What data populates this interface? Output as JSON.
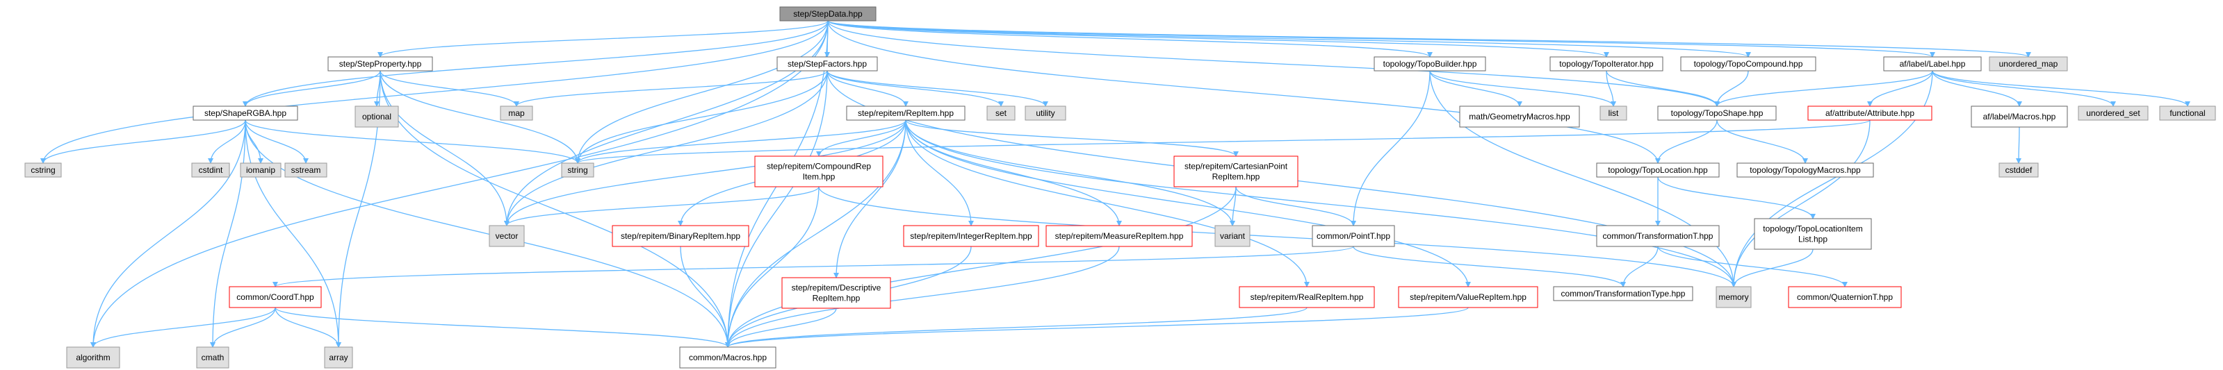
{
  "colors": {
    "edge": "#63b8ff",
    "current_fill": "#999999",
    "current_border": "#666666",
    "file_fill": "#ffffff",
    "file_border": "#666666",
    "missing_border": "#ff0000",
    "system_fill": "#e0e0e0",
    "system_border": "#999999"
  },
  "nodes": [
    {
      "id": "stepdata",
      "lines": [
        "step/StepData.hpp"
      ],
      "kind": "current"
    },
    {
      "id": "stepproperty",
      "lines": [
        "step/StepProperty.hpp"
      ],
      "kind": "file"
    },
    {
      "id": "stepfactors",
      "lines": [
        "step/StepFactors.hpp"
      ],
      "kind": "file"
    },
    {
      "id": "topobuilder",
      "lines": [
        "topology/TopoBuilder.hpp"
      ],
      "kind": "file"
    },
    {
      "id": "topoiterator",
      "lines": [
        "topology/TopoIterator.hpp"
      ],
      "kind": "file"
    },
    {
      "id": "topocompound",
      "lines": [
        "topology/TopoCompound.hpp"
      ],
      "kind": "file"
    },
    {
      "id": "aflabel",
      "lines": [
        "af/label/Label.hpp"
      ],
      "kind": "file"
    },
    {
      "id": "unordered_map",
      "lines": [
        "unordered_map"
      ],
      "kind": "system"
    },
    {
      "id": "shapergba",
      "lines": [
        "step/ShapeRGBA.hpp"
      ],
      "kind": "file"
    },
    {
      "id": "optional",
      "lines": [
        "optional"
      ],
      "kind": "system"
    },
    {
      "id": "map",
      "lines": [
        "map"
      ],
      "kind": "system"
    },
    {
      "id": "repitem",
      "lines": [
        "step/repitem/RepItem.hpp"
      ],
      "kind": "file"
    },
    {
      "id": "set",
      "lines": [
        "set"
      ],
      "kind": "system"
    },
    {
      "id": "utility",
      "lines": [
        "utility"
      ],
      "kind": "system"
    },
    {
      "id": "geometrymacros",
      "lines": [
        "math/GeometryMacros.hpp"
      ],
      "kind": "file"
    },
    {
      "id": "list",
      "lines": [
        "list"
      ],
      "kind": "system"
    },
    {
      "id": "toposhape",
      "lines": [
        "topology/TopoShape.hpp"
      ],
      "kind": "file"
    },
    {
      "id": "afattribute",
      "lines": [
        "af/attribute/Attribute.hpp"
      ],
      "kind": "missing"
    },
    {
      "id": "aflabelmacros",
      "lines": [
        "af/label/Macros.hpp"
      ],
      "kind": "file"
    },
    {
      "id": "unordered_set",
      "lines": [
        "unordered_set"
      ],
      "kind": "system"
    },
    {
      "id": "functional",
      "lines": [
        "functional"
      ],
      "kind": "system"
    },
    {
      "id": "cstring",
      "lines": [
        "cstring"
      ],
      "kind": "system"
    },
    {
      "id": "cstdint",
      "lines": [
        "cstdint"
      ],
      "kind": "system"
    },
    {
      "id": "iomanip",
      "lines": [
        "iomanip"
      ],
      "kind": "system"
    },
    {
      "id": "sstream",
      "lines": [
        "sstream"
      ],
      "kind": "system"
    },
    {
      "id": "string",
      "lines": [
        "string"
      ],
      "kind": "system"
    },
    {
      "id": "compoundrepitem",
      "lines": [
        "step/repitem/CompoundRep",
        "Item.hpp"
      ],
      "kind": "missing"
    },
    {
      "id": "cartesianpoint",
      "lines": [
        "step/repitem/CartesianPoint",
        "RepItem.hpp"
      ],
      "kind": "missing"
    },
    {
      "id": "cstddef",
      "lines": [
        "cstddef"
      ],
      "kind": "system"
    },
    {
      "id": "topolocation",
      "lines": [
        "topology/TopoLocation.hpp"
      ],
      "kind": "file"
    },
    {
      "id": "topologymacros",
      "lines": [
        "topology/TopologyMacros.hpp"
      ],
      "kind": "file"
    },
    {
      "id": "vector",
      "lines": [
        "vector"
      ],
      "kind": "system"
    },
    {
      "id": "variant",
      "lines": [
        "variant"
      ],
      "kind": "system"
    },
    {
      "id": "binaryrepitem",
      "lines": [
        "step/repitem/BinaryRepItem.hpp"
      ],
      "kind": "missing"
    },
    {
      "id": "integerrepitem",
      "lines": [
        "step/repitem/IntegerRepItem.hpp"
      ],
      "kind": "missing"
    },
    {
      "id": "measurerepitem",
      "lines": [
        "step/repitem/MeasureRepItem.hpp"
      ],
      "kind": "missing"
    },
    {
      "id": "pointt",
      "lines": [
        "common/PointT.hpp"
      ],
      "kind": "file"
    },
    {
      "id": "transformationt",
      "lines": [
        "common/TransformationT.hpp"
      ],
      "kind": "file"
    },
    {
      "id": "topolocationitemlist",
      "lines": [
        "topology/TopoLocationItem",
        "List.hpp"
      ],
      "kind": "file"
    },
    {
      "id": "coordt",
      "lines": [
        "common/CoordT.hpp"
      ],
      "kind": "missing"
    },
    {
      "id": "descriptiverepitem",
      "lines": [
        "step/repitem/Descriptive",
        "RepItem.hpp"
      ],
      "kind": "missing"
    },
    {
      "id": "realrepitem",
      "lines": [
        "step/repitem/RealRepItem.hpp"
      ],
      "kind": "missing"
    },
    {
      "id": "valuerepitem",
      "lines": [
        "step/repitem/ValueRepItem.hpp"
      ],
      "kind": "missing"
    },
    {
      "id": "transformationtype",
      "lines": [
        "common/TransformationType.hpp"
      ],
      "kind": "file"
    },
    {
      "id": "memory",
      "lines": [
        "memory"
      ],
      "kind": "system"
    },
    {
      "id": "quaterniont",
      "lines": [
        "common/QuaternionT.hpp"
      ],
      "kind": "missing"
    },
    {
      "id": "algorithm",
      "lines": [
        "algorithm"
      ],
      "kind": "system"
    },
    {
      "id": "cmath",
      "lines": [
        "cmath"
      ],
      "kind": "system"
    },
    {
      "id": "array",
      "lines": [
        "array"
      ],
      "kind": "system"
    },
    {
      "id": "commonmacros",
      "lines": [
        "common/Macros.hpp"
      ],
      "kind": "file"
    }
  ],
  "edges": [
    [
      "stepdata",
      "stepproperty"
    ],
    [
      "stepdata",
      "stepfactors"
    ],
    [
      "stepdata",
      "topobuilder"
    ],
    [
      "stepdata",
      "topoiterator"
    ],
    [
      "stepdata",
      "topocompound"
    ],
    [
      "stepdata",
      "aflabel"
    ],
    [
      "stepdata",
      "unordered_map"
    ],
    [
      "stepdata",
      "shapergba"
    ],
    [
      "stepdata",
      "string"
    ],
    [
      "stepdata",
      "vector"
    ],
    [
      "stepdata",
      "cstring"
    ],
    [
      "stepdata",
      "algorithm"
    ],
    [
      "stepdata",
      "commonmacros"
    ],
    [
      "stepdata",
      "toposhape"
    ],
    [
      "stepdata",
      "topolocation"
    ],
    [
      "stepproperty",
      "shapergba"
    ],
    [
      "stepproperty",
      "optional"
    ],
    [
      "stepproperty",
      "map"
    ],
    [
      "stepproperty",
      "string"
    ],
    [
      "stepproperty",
      "vector"
    ],
    [
      "stepproperty",
      "array"
    ],
    [
      "stepproperty",
      "commonmacros"
    ],
    [
      "stepfactors",
      "map"
    ],
    [
      "stepfactors",
      "repitem"
    ],
    [
      "stepfactors",
      "set"
    ],
    [
      "stepfactors",
      "utility"
    ],
    [
      "stepfactors",
      "string"
    ],
    [
      "stepfactors",
      "vector"
    ],
    [
      "stepfactors",
      "commonmacros"
    ],
    [
      "stepfactors",
      "memory"
    ],
    [
      "topobuilder",
      "geometrymacros"
    ],
    [
      "topobuilder",
      "list"
    ],
    [
      "topobuilder",
      "pointt"
    ],
    [
      "topobuilder",
      "memory"
    ],
    [
      "topoiterator",
      "list"
    ],
    [
      "topoiterator",
      "toposhape"
    ],
    [
      "topocompound",
      "toposhape"
    ],
    [
      "aflabel",
      "toposhape"
    ],
    [
      "aflabel",
      "afattribute"
    ],
    [
      "aflabel",
      "aflabelmacros"
    ],
    [
      "aflabel",
      "unordered_set"
    ],
    [
      "aflabel",
      "functional"
    ],
    [
      "aflabel",
      "memory"
    ],
    [
      "shapergba",
      "cstring"
    ],
    [
      "shapergba",
      "cstdint"
    ],
    [
      "shapergba",
      "iomanip"
    ],
    [
      "shapergba",
      "sstream"
    ],
    [
      "shapergba",
      "string"
    ],
    [
      "shapergba",
      "algorithm"
    ],
    [
      "shapergba",
      "cmath"
    ],
    [
      "shapergba",
      "array"
    ],
    [
      "shapergba",
      "commonmacros"
    ],
    [
      "repitem",
      "compoundrepitem"
    ],
    [
      "repitem",
      "cartesianpoint"
    ],
    [
      "repitem",
      "binaryrepitem"
    ],
    [
      "repitem",
      "integerrepitem"
    ],
    [
      "repitem",
      "measurerepitem"
    ],
    [
      "repitem",
      "descriptiverepitem"
    ],
    [
      "repitem",
      "realrepitem"
    ],
    [
      "repitem",
      "valuerepitem"
    ],
    [
      "repitem",
      "variant"
    ],
    [
      "repitem",
      "string"
    ],
    [
      "repitem",
      "vector"
    ],
    [
      "repitem",
      "memory"
    ],
    [
      "repitem",
      "commonmacros"
    ],
    [
      "toposhape",
      "topolocation"
    ],
    [
      "toposhape",
      "topologymacros"
    ],
    [
      "afattribute",
      "string"
    ],
    [
      "afattribute",
      "memory"
    ],
    [
      "aflabelmacros",
      "cstddef"
    ],
    [
      "compoundrepitem",
      "vector"
    ],
    [
      "compoundrepitem",
      "commonmacros"
    ],
    [
      "compoundrepitem",
      "memory"
    ],
    [
      "cartesianpoint",
      "variant"
    ],
    [
      "cartesianpoint",
      "pointt"
    ],
    [
      "cartesianpoint",
      "commonmacros"
    ],
    [
      "topolocation",
      "transformationt"
    ],
    [
      "topolocation",
      "topolocationitemlist"
    ],
    [
      "binaryrepitem",
      "commonmacros"
    ],
    [
      "integerrepitem",
      "commonmacros"
    ],
    [
      "measurerepitem",
      "commonmacros"
    ],
    [
      "pointt",
      "coordt"
    ],
    [
      "pointt",
      "transformationtype"
    ],
    [
      "transformationt",
      "transformationtype"
    ],
    [
      "transformationt",
      "quaterniont"
    ],
    [
      "topolocationitemlist",
      "memory"
    ],
    [
      "coordt",
      "algorithm"
    ],
    [
      "coordt",
      "cmath"
    ],
    [
      "coordt",
      "array"
    ],
    [
      "coordt",
      "commonmacros"
    ],
    [
      "descriptiverepitem",
      "commonmacros"
    ],
    [
      "realrepitem",
      "commonmacros"
    ],
    [
      "valuerepitem",
      "commonmacros"
    ]
  ]
}
